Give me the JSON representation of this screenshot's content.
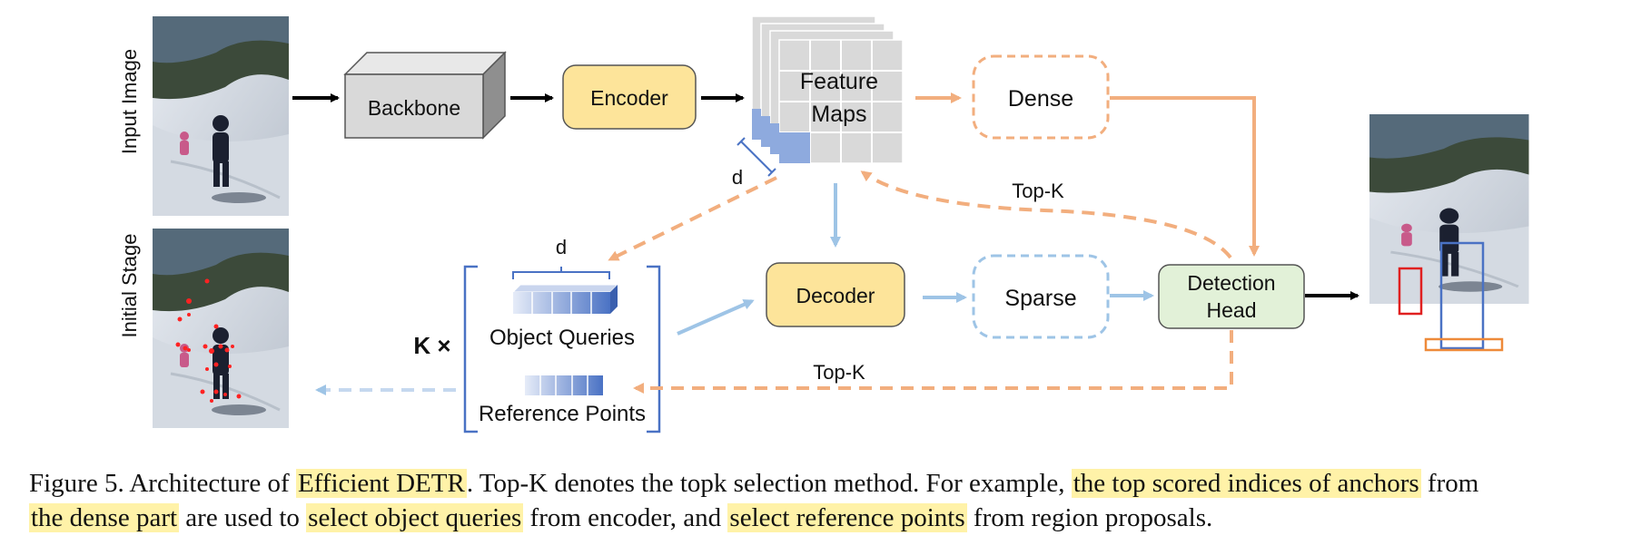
{
  "figure": {
    "side_labels": {
      "input_image": "Input Image",
      "initial_stage": "Initial Stage"
    },
    "backbone": "Backbone",
    "encoder": "Encoder",
    "feature_maps": {
      "line1": "Feature",
      "line2": "Maps"
    },
    "dense": "Dense",
    "decoder": "Decoder",
    "sparse": "Sparse",
    "detection_head": {
      "line1": "Detection",
      "line2": "Head"
    },
    "topk_upper": "Top-K",
    "topk_lower": "Top-K",
    "d_label_feature": "d",
    "d_label_queries": "d",
    "multiplier": "K ×",
    "object_queries": "Object Queries",
    "reference_points": "Reference Points"
  },
  "caption": {
    "line1": [
      {
        "t": "Figure 5. Architecture of ",
        "hl": false
      },
      {
        "t": "Efficient DETR",
        "hl": true
      },
      {
        "t": ". Top-K denotes the topk selection method. For example, ",
        "hl": false
      },
      {
        "t": "the top scored indices of anchors",
        "hl": true
      },
      {
        "t": " from",
        "hl": false
      }
    ],
    "line2": [
      {
        "t": "the dense part",
        "hl": true
      },
      {
        "t": " are used to ",
        "hl": false
      },
      {
        "t": "select object queries",
        "hl": true
      },
      {
        "t": " from encoder, and ",
        "hl": false
      },
      {
        "t": "select reference points",
        "hl": true
      },
      {
        "t": " from region proposals.",
        "hl": false
      }
    ]
  },
  "colors": {
    "orange": "#f2ae7e",
    "blue": "#9ec4e6",
    "yellow_box": "#fde49a",
    "green_box": "#e2f1d8",
    "query_blue": "#4a72c4"
  }
}
